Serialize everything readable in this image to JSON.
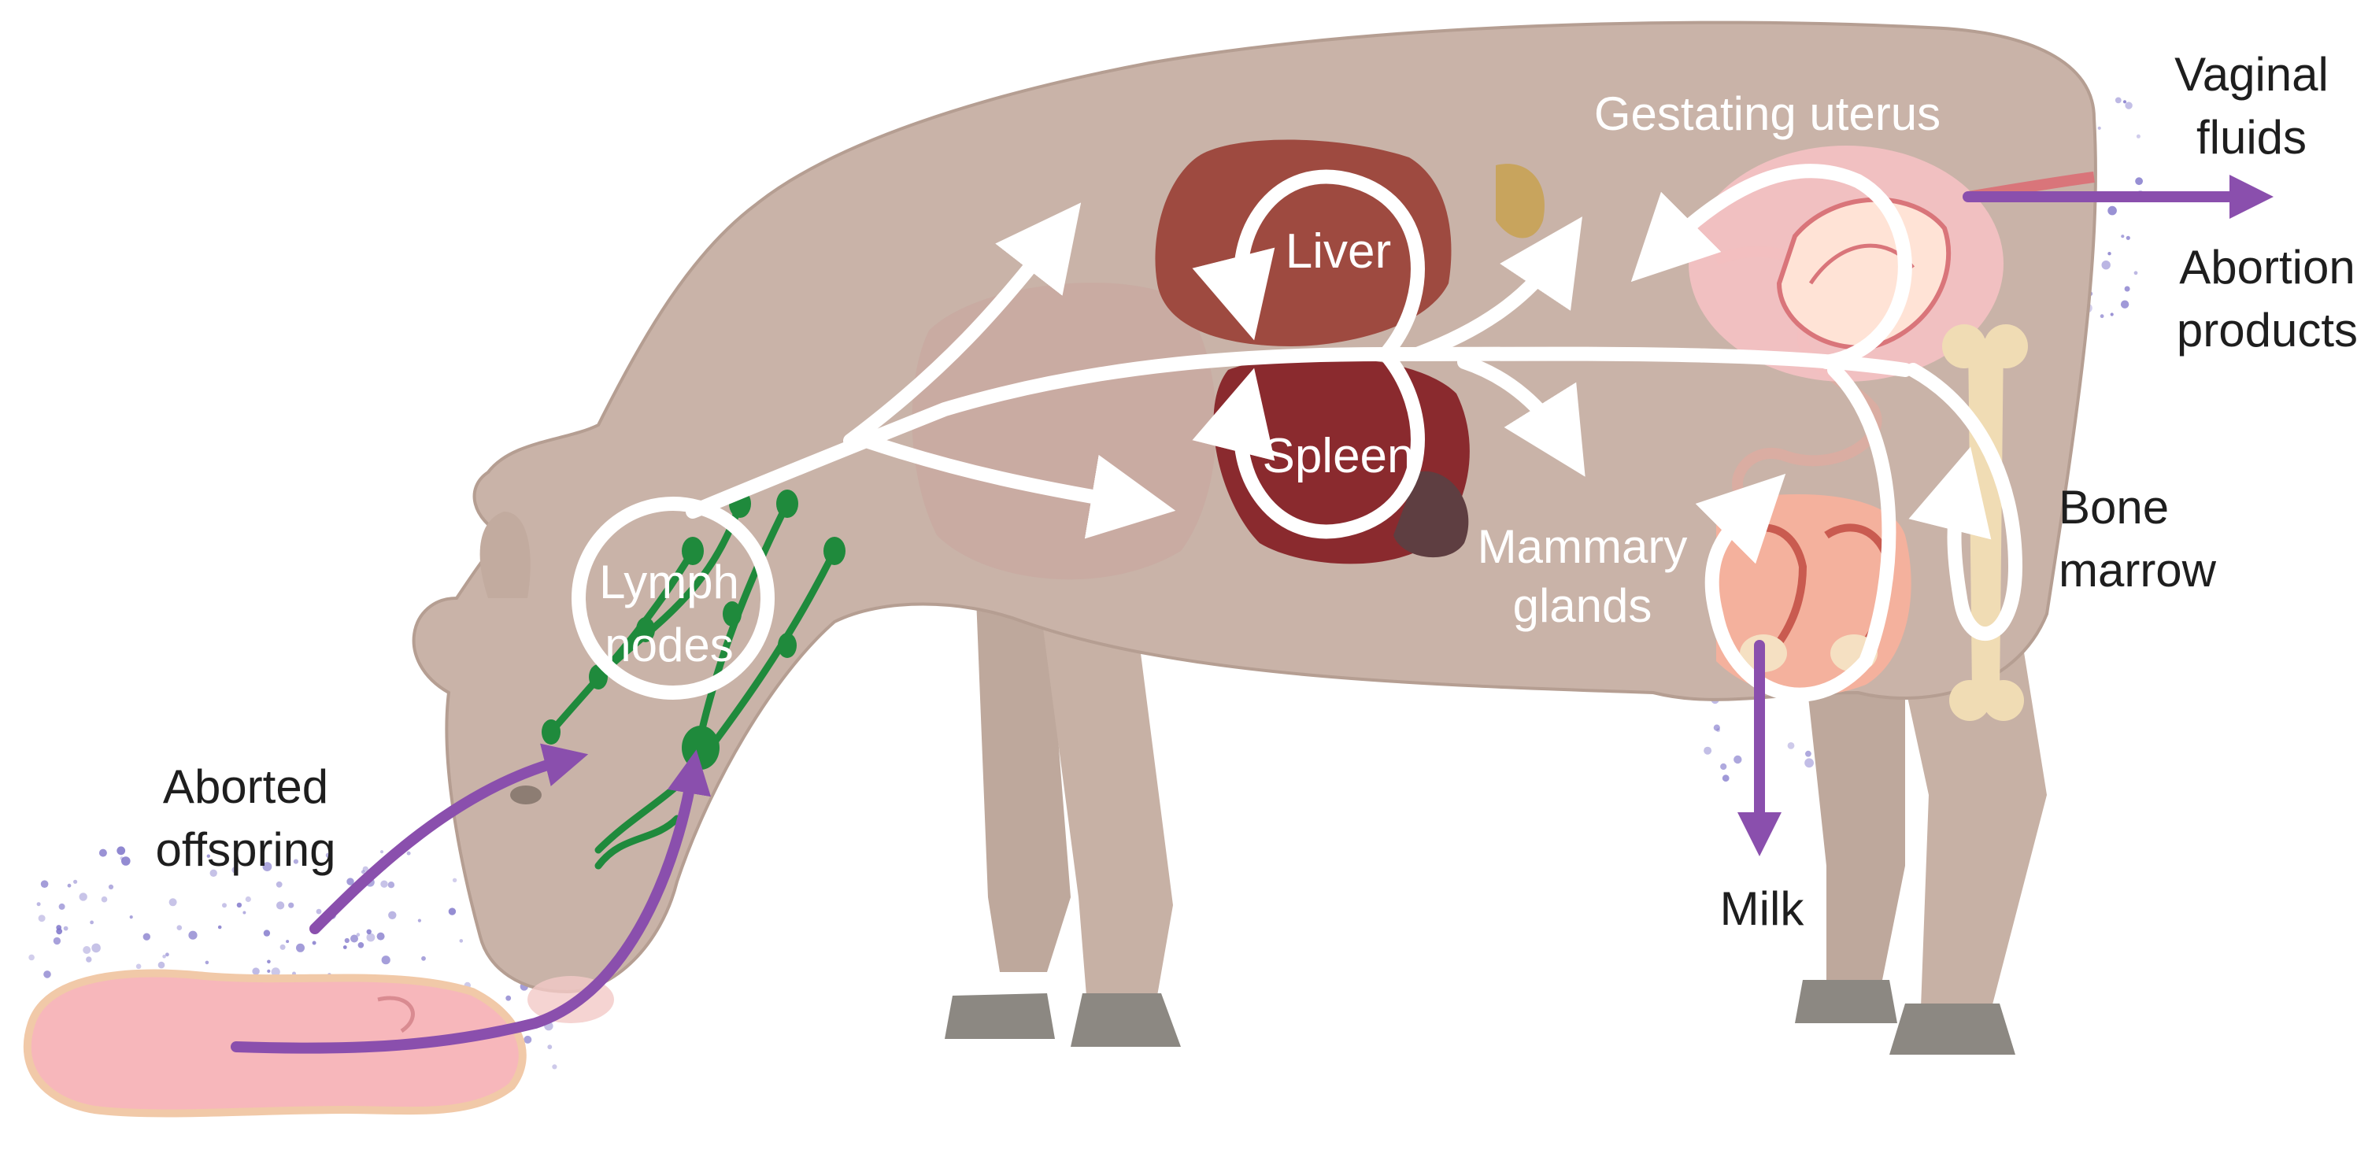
{
  "labels": {
    "gestating_uterus": "Gestating uterus",
    "vaginal_fluids_1": "Vaginal",
    "vaginal_fluids_2": "fluids",
    "abortion_products_1": "Abortion",
    "abortion_products_2": "products",
    "liver": "Liver",
    "spleen": "Spleen",
    "lymph_nodes_1": "Lymph",
    "lymph_nodes_2": "nodes",
    "mammary_glands_1": "Mammary",
    "mammary_glands_2": "glands",
    "bone_marrow_1": "Bone",
    "bone_marrow_2": "marrow",
    "aborted_offspring_1": "Aborted",
    "aborted_offspring_2": "offspring",
    "milk": "Milk"
  },
  "colors": {
    "cow_body": "#c9b3a8",
    "cow_outline": "#b59e92",
    "hoof": "#8c8882",
    "liver": "#9e4a40",
    "spleen": "#8a2a2e",
    "lymph": "#1f8a3c",
    "calf": "#f7b7bb",
    "purple_arrow": "#8a4fad",
    "white_arrow": "#ffffff",
    "bone": "#f0dcb4",
    "text_dark": "#1e1e1e",
    "text_light": "#ffffff"
  }
}
